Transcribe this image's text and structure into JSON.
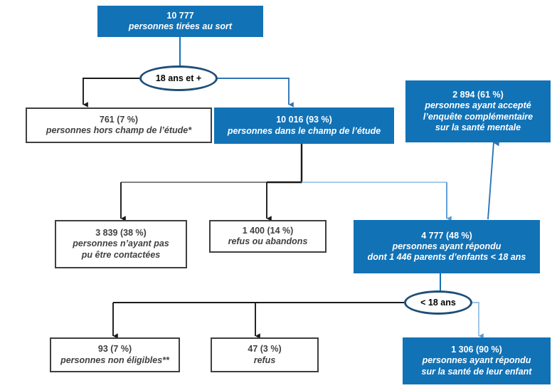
{
  "diagram": {
    "title": "Diagramme de flux de l'enquete",
    "colors": {
      "blue_fill": "#1272B6",
      "box_border_gray": "#3F3F3F",
      "ellipse_border": "#1F4E79",
      "connector_black": "#1A1A1A",
      "connector_blue": "#1272B6",
      "connector_light_blue": "#9DC3E6"
    },
    "nodes": {
      "sampled": {
        "count": "10 777",
        "label": "personnes tirées au sort"
      },
      "decision_adult": {
        "label": "18 ans et +"
      },
      "out_of_scope": {
        "count": "761 (7 %)",
        "label": "personnes hors champ de l’étude*"
      },
      "in_scope": {
        "count": "10 016 (93 %)",
        "label": "personnes dans le champ de l’étude"
      },
      "mental_health": {
        "count": "2 894 (61 %)",
        "line1": "personnes ayant accepté",
        "line2": "l’enquête complémentaire",
        "line3": "sur la santé mentale"
      },
      "not_contacted": {
        "count": "3 839 (38 %)",
        "line1": "personnes n’ayant pas",
        "line2": "pu être contactées"
      },
      "refusals_dropouts": {
        "count": "1 400 (14 %)",
        "label": "refus ou abandons"
      },
      "responded": {
        "count": "4 777 (48 %)",
        "line1": "personnes ayant répondu",
        "line2": "dont 1 446 parents d’enfants < 18 ans"
      },
      "decision_child": {
        "label": "< 18 ans"
      },
      "not_eligible": {
        "count": "93 (7 %)",
        "label": "personnes non éligibles**"
      },
      "refusals_child": {
        "count": "47 (3 %)",
        "label": "refus"
      },
      "child_health": {
        "count": "1 306 (90 %)",
        "line1": "personnes ayant répondu",
        "line2": "sur la santé de leur enfant"
      }
    }
  }
}
